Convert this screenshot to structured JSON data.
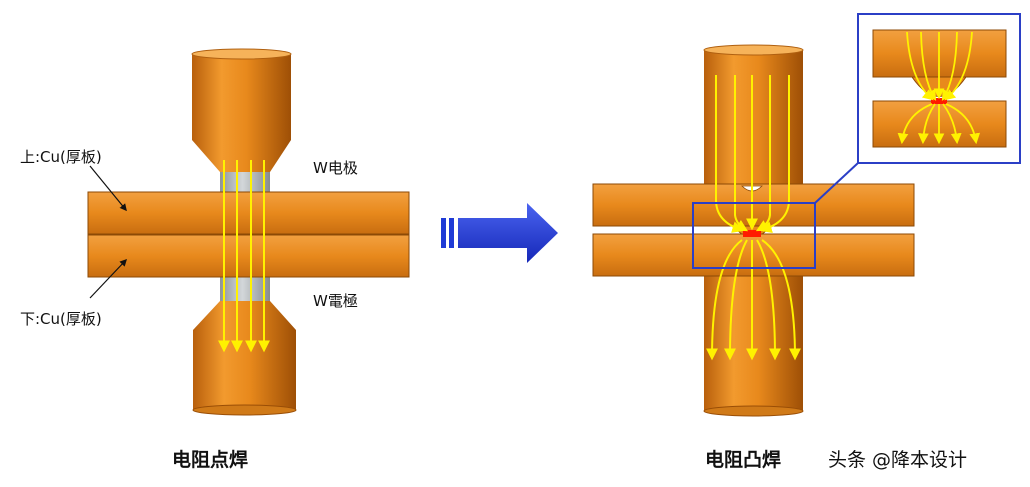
{
  "labels": {
    "upper_plate": "上:Cu(厚板)",
    "lower_plate": "下:Cu(厚板)",
    "electrode_top": "W电极",
    "electrode_bottom": "W電極"
  },
  "captions": {
    "spot_welding": "电阻点焊",
    "projection_welding": "电阻凸焊",
    "watermark": "头条 @降本设计"
  },
  "colors": {
    "copper": "#E8891C",
    "copper_dark": "#A85508",
    "electrode_gray": "#B9BEC2",
    "current_arrow": "#FFF200",
    "direction_arrow": "#1F3BD6",
    "zoom_frame": "#2B3FC6",
    "weld_nugget": "#FF1A00"
  },
  "icons": [
    "direction-arrow-icon",
    "current-flow-arrow-icon"
  ]
}
